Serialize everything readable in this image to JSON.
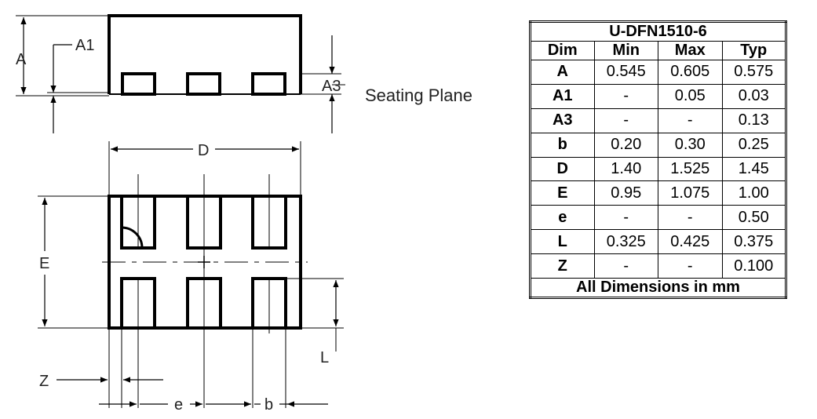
{
  "diagram": {
    "labels": {
      "A": "A",
      "A1": "A1",
      "A3": "A3",
      "seating_plane": "Seating Plane",
      "D": "D",
      "E": "E",
      "L": "L",
      "Z": "Z",
      "e": "e",
      "b": "b"
    }
  },
  "table": {
    "title": "U-DFN1510-6",
    "columns": [
      "Dim",
      "Min",
      "Max",
      "Typ"
    ],
    "rows": [
      [
        "A",
        "0.545",
        "0.605",
        "0.575"
      ],
      [
        "A1",
        "-",
        "0.05",
        "0.03"
      ],
      [
        "A3",
        "-",
        "-",
        "0.13"
      ],
      [
        "b",
        "0.20",
        "0.30",
        "0.25"
      ],
      [
        "D",
        "1.40",
        "1.525",
        "1.45"
      ],
      [
        "E",
        "0.95",
        "1.075",
        "1.00"
      ],
      [
        "e",
        "-",
        "-",
        "0.50"
      ],
      [
        "L",
        "0.325",
        "0.425",
        "0.375"
      ],
      [
        "Z",
        "-",
        "-",
        "0.100"
      ]
    ],
    "footer": "All Dimensions in mm"
  }
}
